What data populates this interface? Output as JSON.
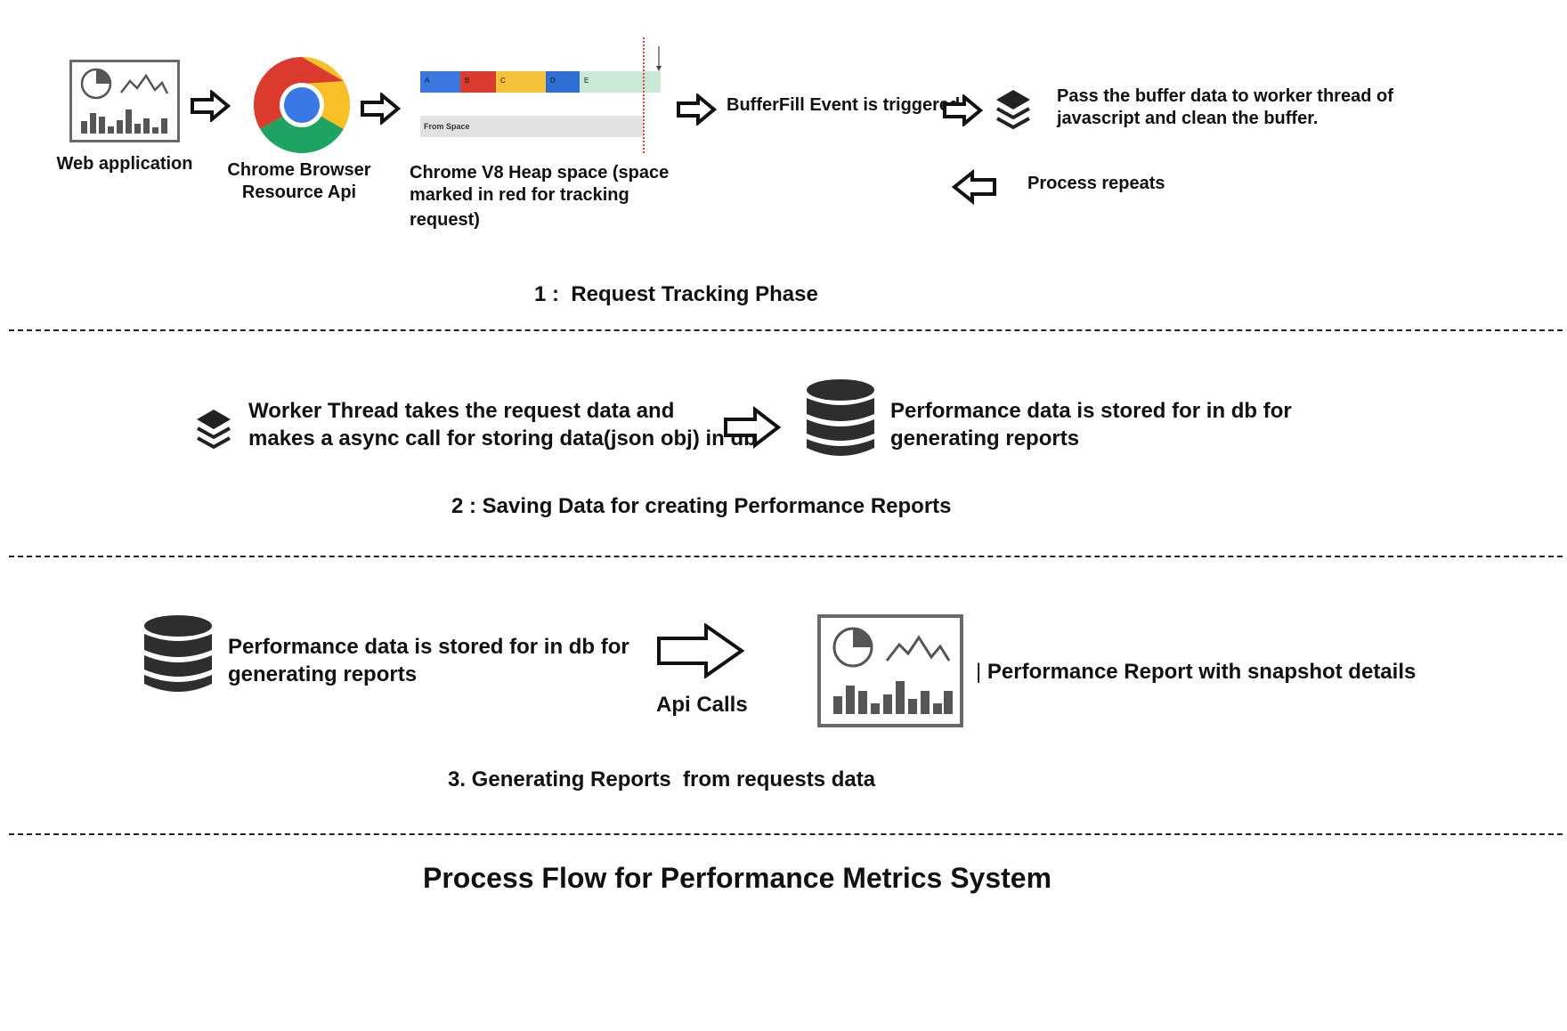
{
  "phase1": {
    "web_app_label": "Web application",
    "chrome_label_line1": "Chrome Browser",
    "chrome_label_line2": "Resource Api",
    "heap_label_line1": "Chrome V8 Heap space (space",
    "heap_label_line2": "marked in red for tracking request)",
    "heap_segments": [
      {
        "label": "A",
        "color": "#3a78e0"
      },
      {
        "label": "B",
        "color": "#db3b2f"
      },
      {
        "label": "C",
        "color": "#f5c33b"
      },
      {
        "label": "D",
        "color": "#2f6fd3"
      },
      {
        "label": "E",
        "color": "#c9e8d6"
      }
    ],
    "from_space_label": "From Space",
    "buffer_event_label": "BufferFill Event is triggered",
    "pass_buffer_line1": "Pass the buffer data to worker thread of",
    "pass_buffer_line2": "javascript and clean the buffer.",
    "process_repeats_label": "Process repeats",
    "title": "1 :  Request Tracking Phase"
  },
  "phase2": {
    "worker_line1": "Worker Thread takes the request data and",
    "worker_line2": "makes a async call for storing data(json obj) in db",
    "db_line1": "Performance data is stored for in db for",
    "db_line2": "generating reports",
    "title": "2 : Saving Data for creating Performance Reports"
  },
  "phase3": {
    "db_line1": "Performance data is stored for in db for",
    "db_line2": "generating reports",
    "api_calls_label": "Api Calls",
    "report_marker": "|",
    "report_label": "Performance Report with snapshot details",
    "title": "3. Generating Reports  from requests data"
  },
  "footer": {
    "title": "Process Flow for Performance Metrics System"
  },
  "colors": {
    "chrome_red": "#db3b2f",
    "chrome_green": "#1ea362",
    "chrome_yellow": "#f6c026",
    "chrome_blue": "#3b78e7",
    "icon_dark": "#333333",
    "tracking_line": "#e04040"
  }
}
